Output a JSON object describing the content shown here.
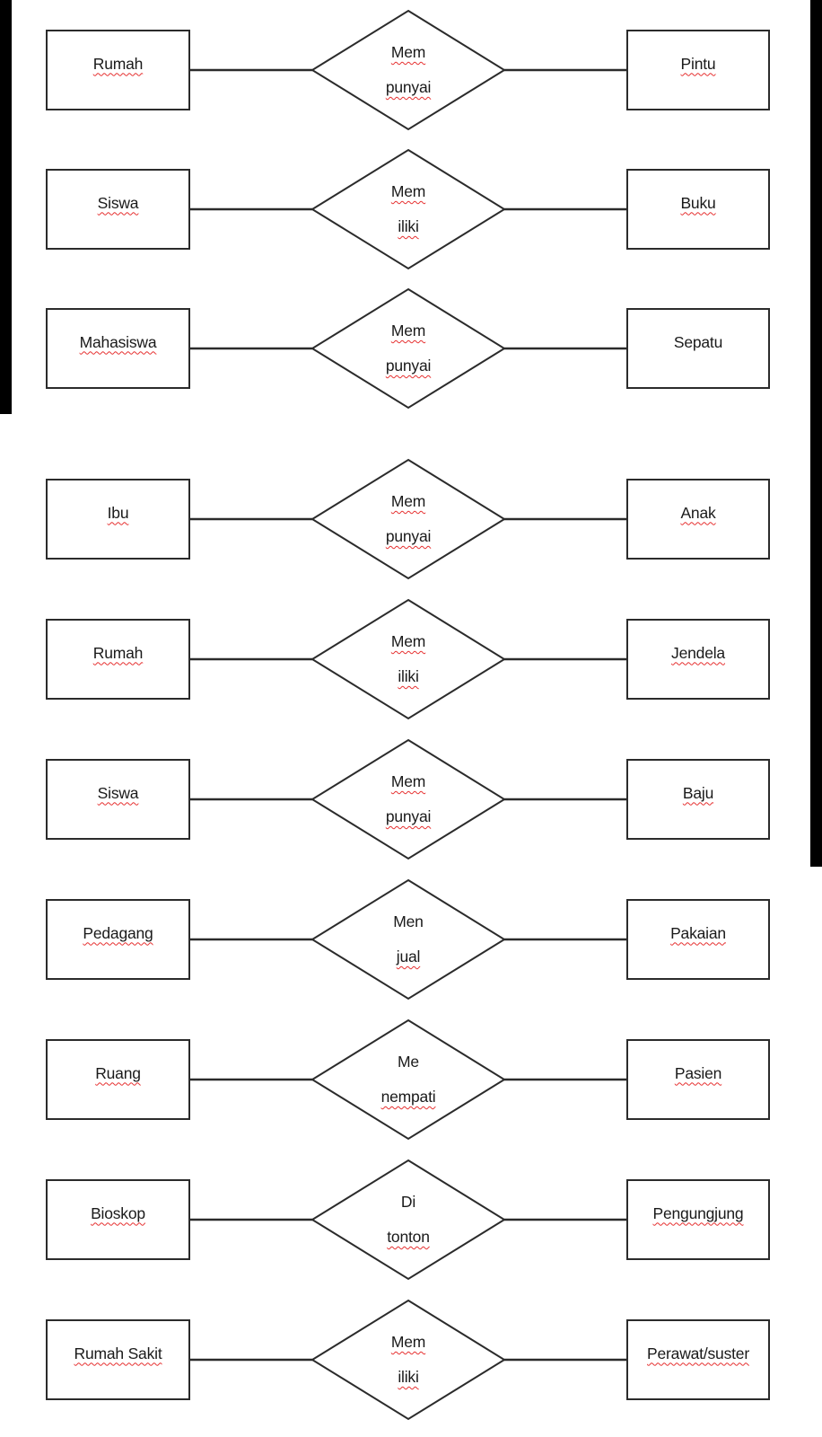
{
  "diagram": {
    "colors": {
      "background": "#ffffff",
      "shape_stroke": "#2b2b2b",
      "text": "#1a1a1a",
      "spellcheck_underline": "#e63030",
      "scan_bar": "#000000"
    },
    "rows": [
      {
        "left_label": "Rumah",
        "left_misspelled": true,
        "relation_line1": "Mem",
        "relation_line1_misspelled": true,
        "relation_line2": "punyai",
        "relation_line2_misspelled": true,
        "right_label": "Pintu",
        "right_misspelled": true
      },
      {
        "left_label": "Siswa",
        "left_misspelled": true,
        "relation_line1": "Mem",
        "relation_line1_misspelled": true,
        "relation_line2": "iliki",
        "relation_line2_misspelled": true,
        "right_label": "Buku",
        "right_misspelled": true
      },
      {
        "left_label": "Mahasiswa",
        "left_misspelled": true,
        "relation_line1": "Mem",
        "relation_line1_misspelled": true,
        "relation_line2": "punyai",
        "relation_line2_misspelled": true,
        "right_label": "Sepatu",
        "right_misspelled": false
      },
      {
        "left_label": "Ibu",
        "left_misspelled": true,
        "relation_line1": "Mem",
        "relation_line1_misspelled": true,
        "relation_line2": "punyai",
        "relation_line2_misspelled": true,
        "right_label": "Anak",
        "right_misspelled": true
      },
      {
        "left_label": "Rumah",
        "left_misspelled": true,
        "relation_line1": "Mem",
        "relation_line1_misspelled": true,
        "relation_line2": "iliki",
        "relation_line2_misspelled": true,
        "right_label": "Jendela",
        "right_misspelled": true
      },
      {
        "left_label": "Siswa",
        "left_misspelled": true,
        "relation_line1": "Mem",
        "relation_line1_misspelled": true,
        "relation_line2": "punyai",
        "relation_line2_misspelled": true,
        "right_label": "Baju",
        "right_misspelled": true
      },
      {
        "left_label": "Pedagang",
        "left_misspelled": true,
        "relation_line1": "Men",
        "relation_line1_misspelled": false,
        "relation_line2": "jual",
        "relation_line2_misspelled": true,
        "right_label": "Pakaian",
        "right_misspelled": true
      },
      {
        "left_label": "Ruang",
        "left_misspelled": true,
        "relation_line1": "Me",
        "relation_line1_misspelled": false,
        "relation_line2": "nempati",
        "relation_line2_misspelled": true,
        "right_label": "Pasien",
        "right_misspelled": true
      },
      {
        "left_label": "Bioskop",
        "left_misspelled": true,
        "relation_line1": "Di",
        "relation_line1_misspelled": false,
        "relation_line2": "tonton",
        "relation_line2_misspelled": true,
        "right_label": "Pengungjung",
        "right_misspelled": true
      },
      {
        "left_label": "Rumah Sakit",
        "left_misspelled": true,
        "relation_line1": "Mem",
        "relation_line1_misspelled": true,
        "relation_line2": "iliki",
        "relation_line2_misspelled": true,
        "right_label": "Perawat/suster",
        "right_misspelled": true
      }
    ]
  }
}
